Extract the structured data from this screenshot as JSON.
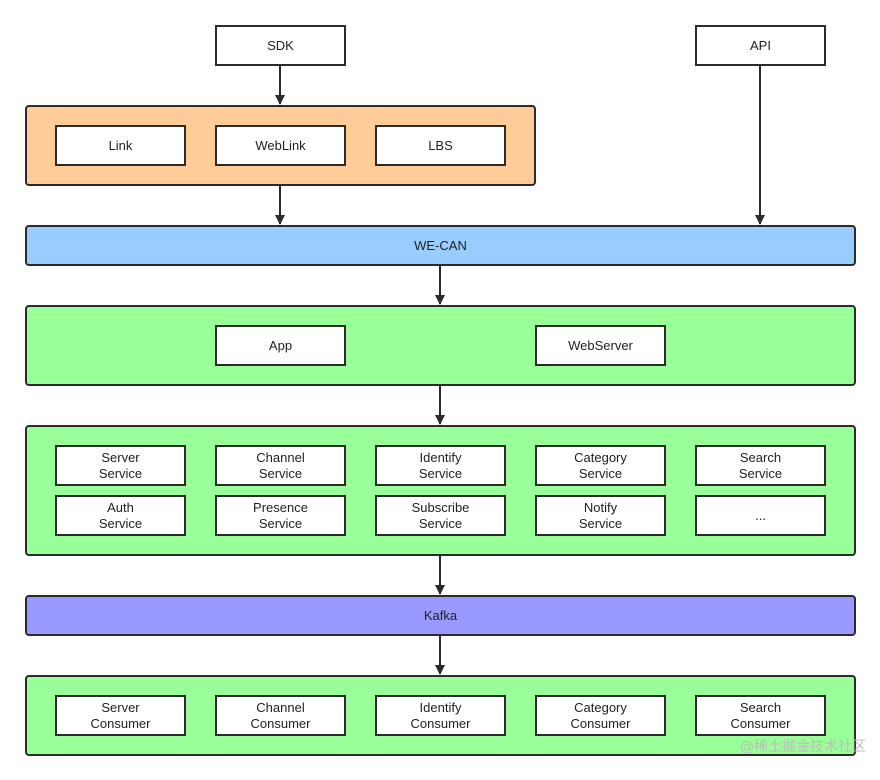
{
  "top": {
    "sdk": "SDK",
    "api": "API"
  },
  "gateway": {
    "link": "Link",
    "weblink": "WebLink",
    "lbs": "LBS"
  },
  "wecan": "WE-CAN",
  "app_layer": {
    "app": "App",
    "webserver": "WebServer"
  },
  "services": {
    "server": [
      "Server",
      "Service"
    ],
    "channel": [
      "Channel",
      "Service"
    ],
    "identify": [
      "Identify",
      "Service"
    ],
    "category": [
      "Category",
      "Service"
    ],
    "search": [
      "Search",
      "Service"
    ],
    "auth": [
      "Auth",
      "Service"
    ],
    "presence": [
      "Presence",
      "Service"
    ],
    "subscribe": [
      "Subscribe",
      "Service"
    ],
    "notify": [
      "Notify",
      "Service"
    ],
    "more": "..."
  },
  "kafka": "Kafka",
  "consumers": {
    "server": [
      "Server",
      "Consumer"
    ],
    "channel": [
      "Channel",
      "Consumer"
    ],
    "identify": [
      "Identify",
      "Consumer"
    ],
    "category": [
      "Category",
      "Consumer"
    ],
    "search": [
      "Search",
      "Consumer"
    ]
  },
  "watermark": "@稀土掘金技术社区",
  "colors": {
    "gateway_fill": "#ffcc99",
    "wecan_fill": "#99ccff",
    "service_fill": "#99ff99",
    "kafka_fill": "#9999ff",
    "stroke": "#2b2b2b"
  }
}
